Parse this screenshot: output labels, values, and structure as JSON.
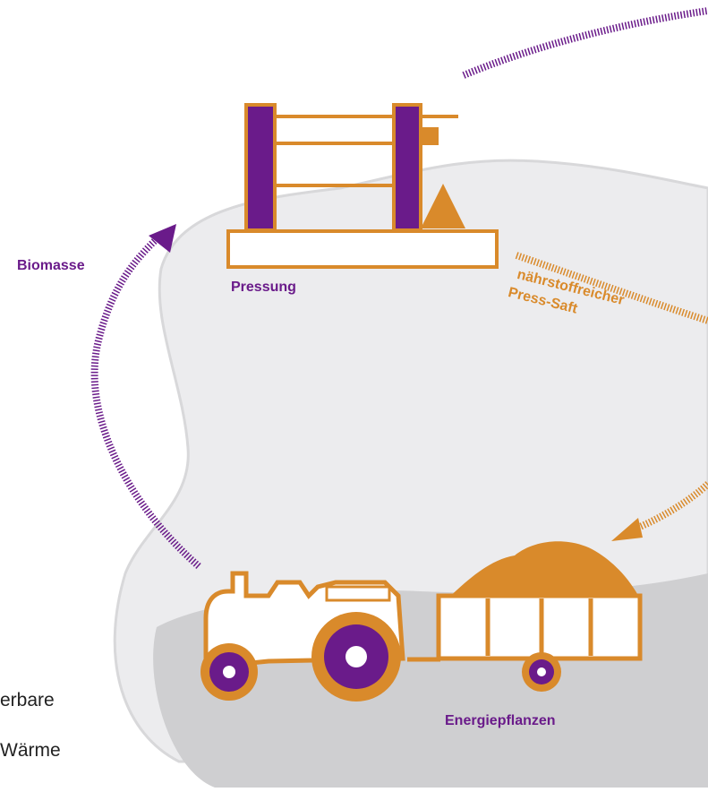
{
  "labels": {
    "biomasse": "Biomasse",
    "pressung": "Pressung",
    "saft_line1": "nährstoffreicher",
    "saft_line2": "Press-Saft",
    "energiepflanzen": "Energiepflanzen"
  },
  "cut_text": {
    "line1": "erbare",
    "line2": "Wärme"
  },
  "colors": {
    "purple": "#6a1b8a",
    "orange": "#d98a2b",
    "blob": "#ececee",
    "ground": "#cfcfd1"
  },
  "icons": [
    "press-icon",
    "tractor-icon",
    "trailer-icon",
    "biomass-pile-icon",
    "arrow-icon"
  ]
}
